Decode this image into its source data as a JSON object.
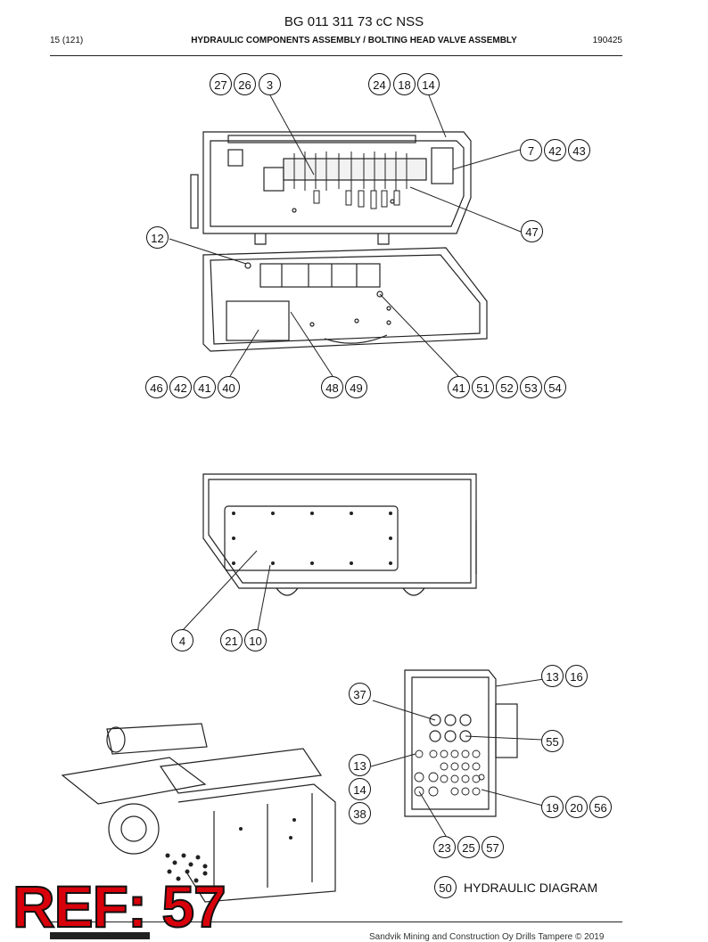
{
  "header": {
    "doc_code": "BG 011 311 73 cC NSS",
    "page_ref": "15 (121)",
    "section_title": "HYDRAULIC COMPONENTS ASSEMBLY / BOLTING HEAD VALVE ASSEMBLY",
    "date_code": "190425"
  },
  "callouts": {
    "c27": "27",
    "c26": "26",
    "c3": "3",
    "c24": "24",
    "c18": "18",
    "c14a": "14",
    "c7": "7",
    "c42a": "42",
    "c43": "43",
    "c47": "47",
    "c12": "12",
    "c46": "46",
    "c42b": "42",
    "c41a": "41",
    "c40": "40",
    "c48": "48",
    "c49": "49",
    "c41b": "41",
    "c51": "51",
    "c52": "52",
    "c53": "53",
    "c54": "54",
    "c4": "4",
    "c21": "21",
    "c10": "10",
    "c13a": "13",
    "c16": "16",
    "c37": "37",
    "c55": "55",
    "c13b": "13",
    "c14b": "14",
    "c38": "38",
    "c19": "19",
    "c20": "20",
    "c56": "56",
    "c23": "23",
    "c25": "25",
    "c57": "57",
    "c50": "50"
  },
  "legend": {
    "hydraulic_diagram": "HYDRAULIC DIAGRAM"
  },
  "overlay": {
    "ref_label": "REF: 57"
  },
  "footer": {
    "copyright": "Sandvik Mining and Construction Oy Drills Tampere © 2019"
  }
}
